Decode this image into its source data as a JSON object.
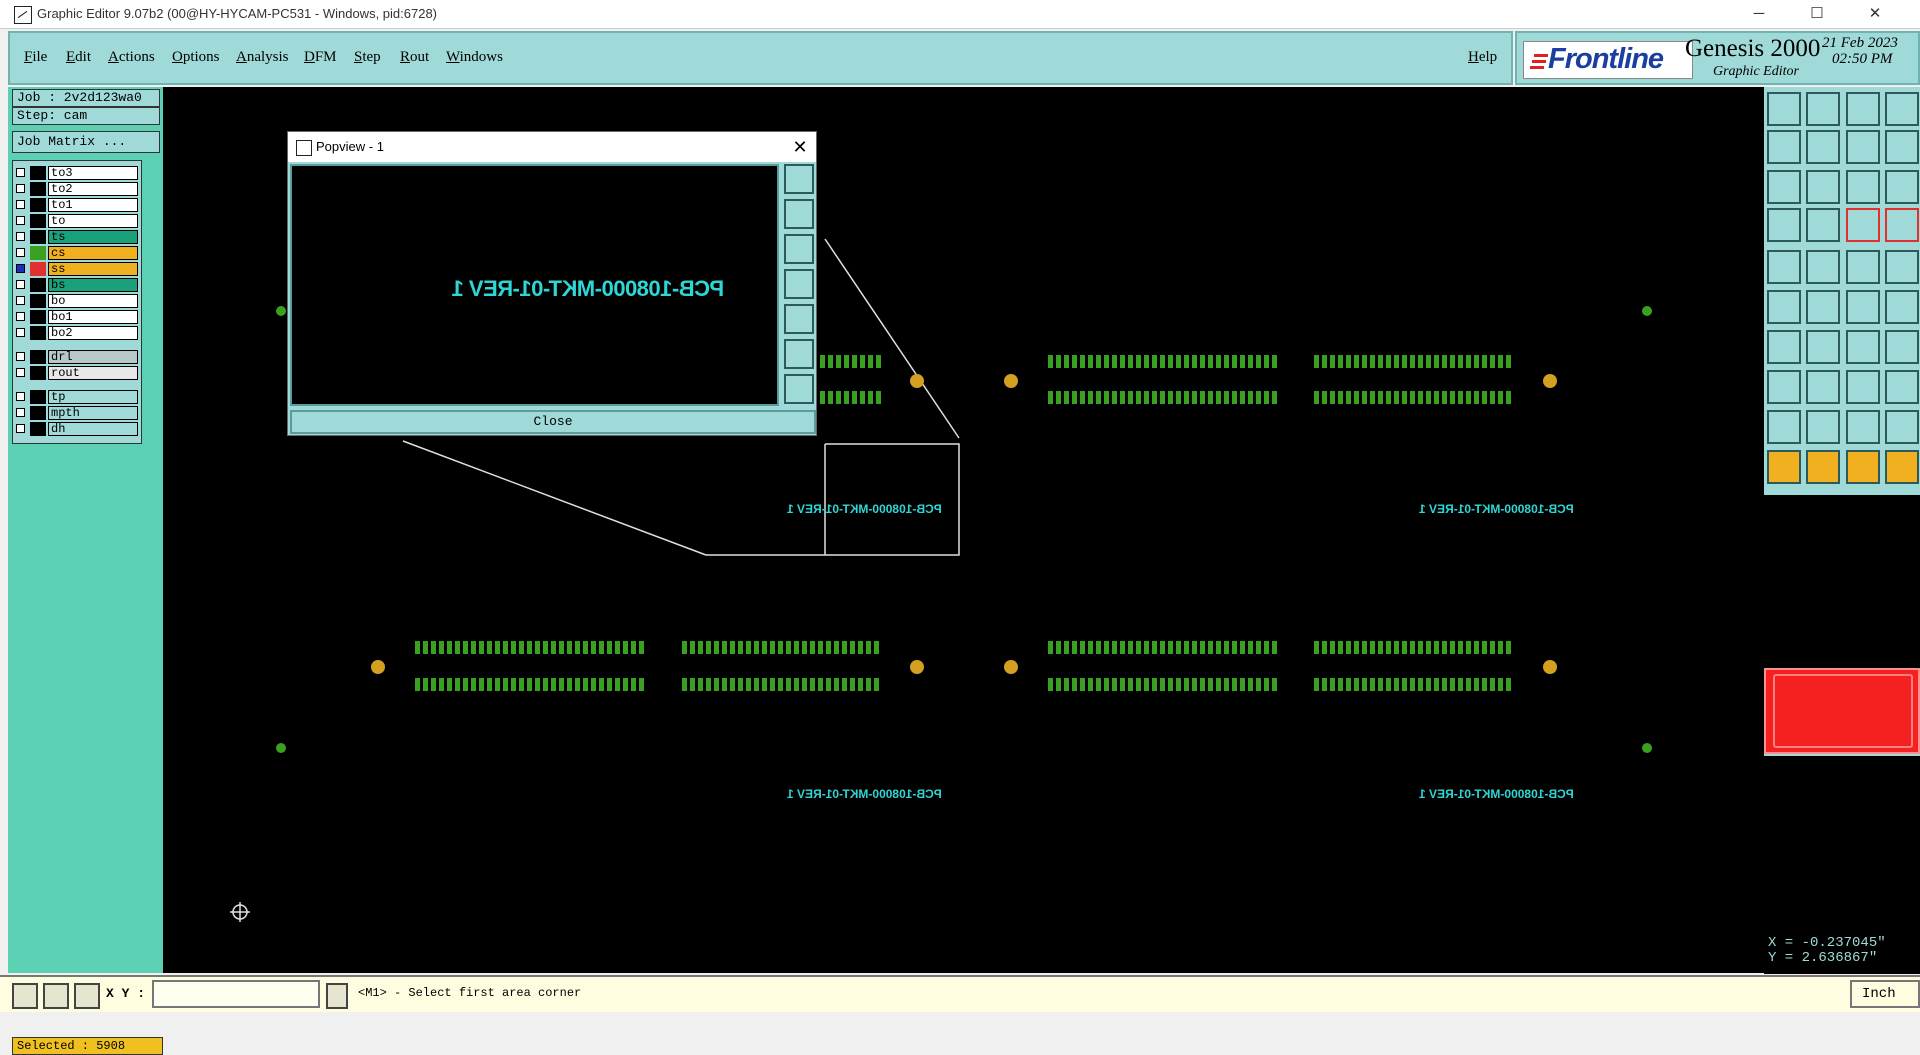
{
  "window": {
    "title": "Graphic Editor 9.07b2 (00@HY-HYCAM-PC531 - Windows, pid:6728)",
    "minimize_glyph": "─",
    "maximize_glyph": "☐",
    "close_glyph": "✕"
  },
  "menu": {
    "items": [
      "File",
      "Edit",
      "Actions",
      "Options",
      "Analysis",
      "DFM",
      "Step",
      "Rout",
      "Windows"
    ],
    "help": "Help"
  },
  "brand": {
    "logo_text": "Frontline",
    "product": "Genesis 2000",
    "subtitle": "Graphic Editor",
    "date": "21 Feb 2023",
    "time": "02:50 PM"
  },
  "left": {
    "job": "Job : 2v2d123wa0",
    "step": "Step: cam",
    "job_matrix": "Job Matrix ...",
    "layers": [
      {
        "name": "to3",
        "color": "#ffffff"
      },
      {
        "name": "to2",
        "color": "#ffffff"
      },
      {
        "name": "to1",
        "color": "#ffffff"
      },
      {
        "name": "to",
        "color": "#ffffff"
      },
      {
        "name": "ts",
        "color": "#1aa07a"
      },
      {
        "name": "cs",
        "color": "#f0b020"
      },
      {
        "name": "ss",
        "color": "#f0b020"
      },
      {
        "name": "bs",
        "color": "#1aa07a"
      },
      {
        "name": "bo",
        "color": "#ffffff"
      },
      {
        "name": "bo1",
        "color": "#ffffff"
      },
      {
        "name": "bo2",
        "color": "#ffffff"
      },
      {
        "name": "drl",
        "color": "#b8c8c8"
      },
      {
        "name": "rout",
        "color": "#e8e8e8"
      },
      {
        "name": "tp",
        "color": "#9fdad9"
      },
      {
        "name": "mpth",
        "color": "#9fdad9"
      },
      {
        "name": "dh",
        "color": "#9fdad9"
      }
    ],
    "selected": "Selected : 5908"
  },
  "canvas": {
    "board_label": "PCB-108000-MKT-01-REV 1"
  },
  "popview": {
    "title": "Popview - 1",
    "text": "PCB-108000-MKT-01-REV 1",
    "close_label": "Close"
  },
  "status": {
    "xy_label": "X Y :",
    "xy_value": "",
    "message": "<M1> - Select first area corner",
    "units": "Inch"
  },
  "coords": {
    "x": "X = -0.237045\"",
    "y": "Y = 2.636867\""
  },
  "colors": {
    "panel": "#9fdad9",
    "panel_dark": "#5bd0b3",
    "pad_green": "#3aa020",
    "pad_gold": "#d4a020",
    "text_cyan": "#2fd6d6",
    "highlight_red": "#f52020"
  }
}
